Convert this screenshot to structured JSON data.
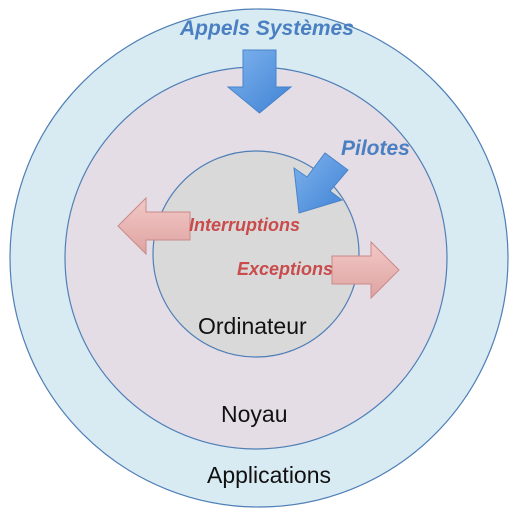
{
  "diagram": {
    "rings": {
      "applications": {
        "label": "Applications",
        "fill": "#d8ebf3",
        "stroke": "#4f7fb6"
      },
      "noyau": {
        "label": "Noyau",
        "fill": "#e4dde6",
        "stroke": "#4f7fb6"
      },
      "ordinateur": {
        "label": "Ordinateur",
        "fill": "#d9d9d9",
        "stroke": "#4f7fb6"
      }
    },
    "arrows": {
      "appels_systemes": {
        "label": "Appels Systèmes",
        "fill": "#5b9be0",
        "direction": "down"
      },
      "pilotes": {
        "label": "Pilotes",
        "fill": "#5b9be0",
        "direction": "down-left"
      },
      "interruptions": {
        "label": "Interruptions",
        "fill": "#eab6b4",
        "direction": "left"
      },
      "exceptions": {
        "label": "Exceptions",
        "fill": "#eab6b4",
        "direction": "right"
      }
    }
  }
}
